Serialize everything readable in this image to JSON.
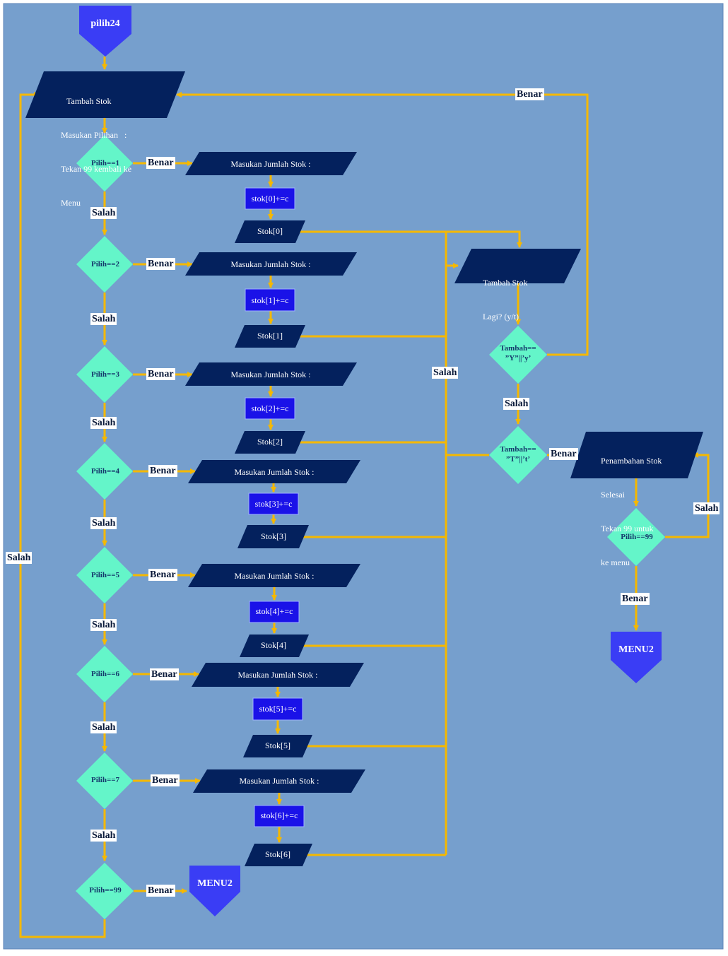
{
  "colors": {
    "background": "#769fcd",
    "io_fill": "#04215d",
    "process_fill": "#1a12e8",
    "decision_fill": "#64f5c9",
    "connector": "#f5b800",
    "terminal_fill": "#3a3df5"
  },
  "start": {
    "label": "pilih24"
  },
  "menu_input": {
    "lines": [
      "Tambah Stok",
      "Masukan Pilihan   :",
      "Tekan 99 kembali ke",
      "Menu"
    ]
  },
  "branches": [
    {
      "decision": "Pilih==1",
      "input": "Masukan Jumlah Stok :",
      "process": "stok[0]+=c",
      "output": "Stok[0]"
    },
    {
      "decision": "Pilih==2",
      "input": "Masukan Jumlah Stok :",
      "process": "stok[1]+=c",
      "output": "Stok[1]"
    },
    {
      "decision": "Pilih==3",
      "input": "Masukan Jumlah Stok :",
      "process": "stok[2]+=c",
      "output": "Stok[2]"
    },
    {
      "decision": "Pilih==4",
      "input": "Masukan Jumlah Stok :",
      "process": "stok[3]+=c",
      "output": "Stok[3]"
    },
    {
      "decision": "Pilih==5",
      "input": "Masukan Jumlah Stok :",
      "process": "stok[4]+=c",
      "output": "Stok[4]"
    },
    {
      "decision": "Pilih==6",
      "input": "Masukan Jumlah Stok :",
      "process": "stok[5]+=c",
      "output": "Stok[5]"
    },
    {
      "decision": "Pilih==7",
      "input": "Masukan Jumlah Stok :",
      "process": "stok[6]+=c",
      "output": "Stok[6]"
    }
  ],
  "exit_decision": {
    "label": "Pilih==99"
  },
  "menu_terminal_left": {
    "label": "MENU2"
  },
  "again_input": {
    "lines": [
      "Tambah Stok",
      "Lagi? (y/t)"
    ]
  },
  "again_yes": {
    "lines": [
      "Tambah==",
      "”Y”||’y’"
    ]
  },
  "again_no": {
    "lines": [
      "Tambah==",
      "”T”||’t’"
    ]
  },
  "done_output": {
    "lines": [
      "Penambahan Stok",
      "Selesai",
      "Tekan 99 untuk",
      "ke menu"
    ]
  },
  "exit_decision_right": {
    "label": "Pilih==99"
  },
  "menu_terminal_right": {
    "label": "MENU2"
  },
  "edge_labels": {
    "benar": "Benar",
    "salah": "Salah"
  }
}
